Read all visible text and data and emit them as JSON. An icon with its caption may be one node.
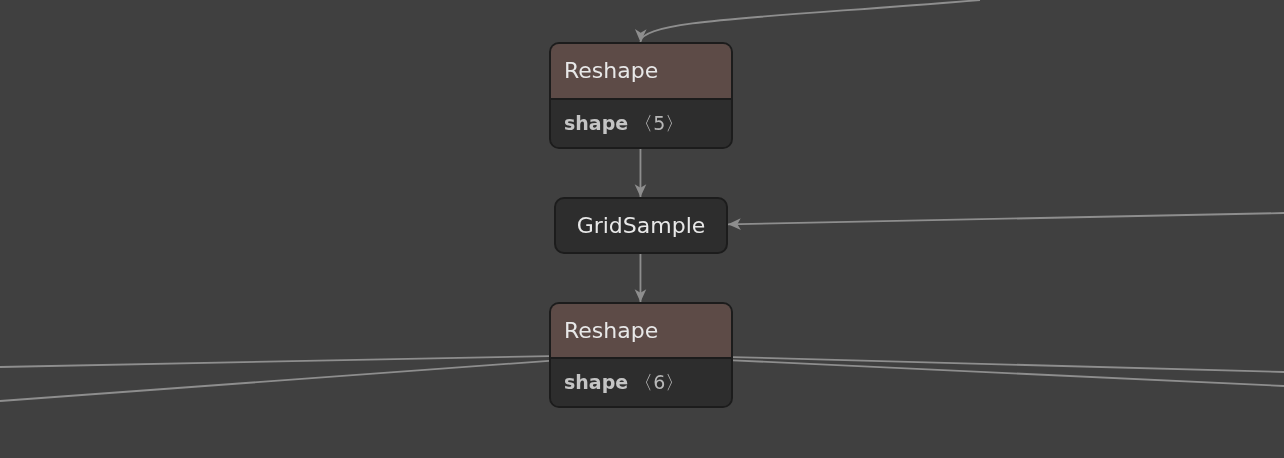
{
  "diagram": {
    "nodes": [
      {
        "text": [
          "Reshape",
          "**shape** 〈5〉"
        ]
      },
      {
        "text": [
          "GridSample"
        ]
      },
      {
        "text": [
          "Reshape",
          "**shape** 〈6〉"
        ]
      }
    ],
    "edges": [
      {
        "from": null,
        "to": 0,
        "arrow": "to"
      },
      {
        "from": 0,
        "to": 1,
        "arrow": "to"
      },
      {
        "from": null,
        "to": 1,
        "arrow": "to"
      },
      {
        "from": 1,
        "to": 2,
        "arrow": "to"
      },
      {
        "from": 2,
        "to": null,
        "arrow": "none"
      },
      {
        "from": 2,
        "to": null,
        "arrow": "none"
      },
      {
        "from": 2,
        "to": null,
        "arrow": "none"
      },
      {
        "from": 2,
        "to": null,
        "arrow": "none"
      }
    ]
  }
}
